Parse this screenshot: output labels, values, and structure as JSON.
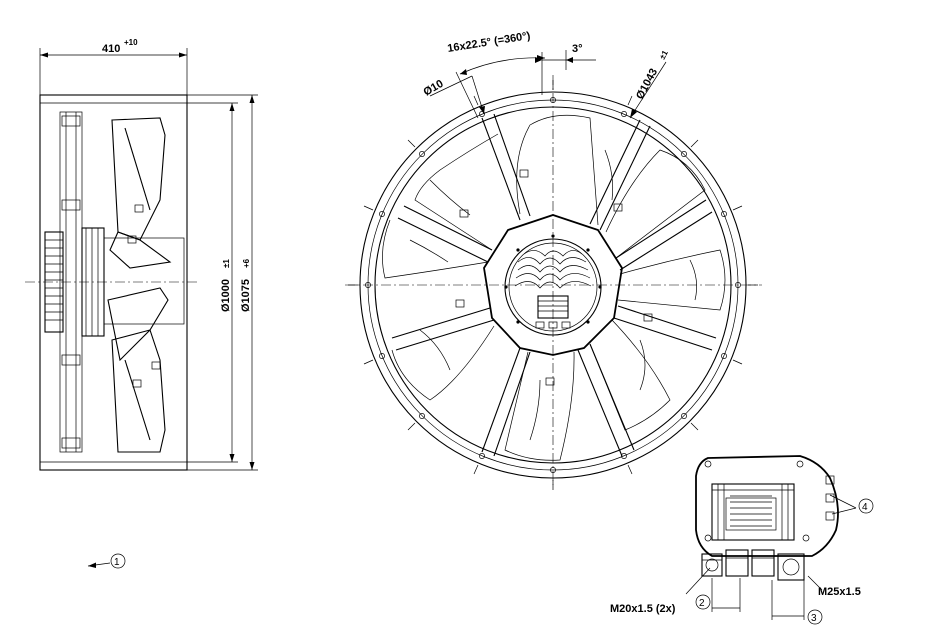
{
  "drawing": {
    "side_view": {
      "depth_label": "410",
      "depth_tol": "+10",
      "dia_inner_label": "Ø1000",
      "dia_inner_tol": "±1",
      "dia_outer_label": "Ø1075",
      "dia_outer_tol": "+6"
    },
    "front_view": {
      "spacing_label": "16x22.5° (=360°)",
      "angle_label": "3°",
      "hole_label": "Ø10",
      "bolt_circle_label": "Ø1043",
      "bolt_circle_tol": "±1"
    },
    "detail_view": {
      "gland_small_label": "M20x1.5 (2x)",
      "gland_large_label": "M25x1.5"
    },
    "callouts": [
      "1",
      "2",
      "3",
      "4"
    ],
    "colors": {
      "line": "#000000",
      "background": "#ffffff"
    }
  }
}
